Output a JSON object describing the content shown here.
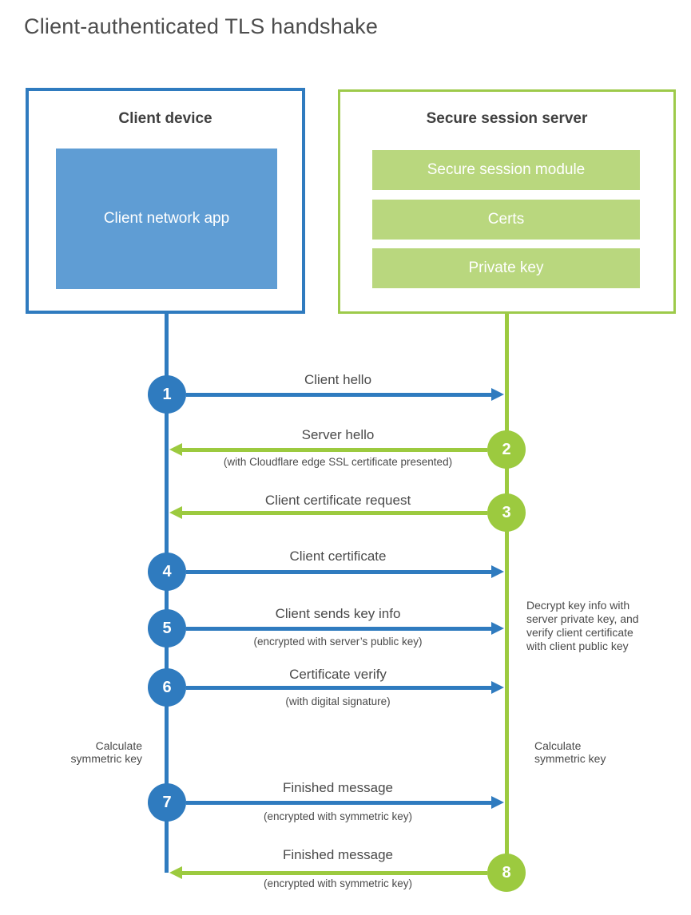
{
  "title": "Client-authenticated TLS handshake",
  "client": {
    "title": "Client device",
    "app_label": "Client network app"
  },
  "server": {
    "title": "Secure session server",
    "modules": [
      "Secure session module",
      "Certs",
      "Private key"
    ]
  },
  "steps": [
    {
      "number": "1",
      "label": "Client hello",
      "sublabel": "",
      "direction": "client-to-server"
    },
    {
      "number": "2",
      "label": "Server hello",
      "sublabel": "(with Cloudflare edge SSL certificate presented)",
      "direction": "server-to-client"
    },
    {
      "number": "3",
      "label": "Client certificate request",
      "sublabel": "",
      "direction": "server-to-client"
    },
    {
      "number": "4",
      "label": "Client certificate",
      "sublabel": "",
      "direction": "client-to-server"
    },
    {
      "number": "5",
      "label": "Client sends key info",
      "sublabel": "(encrypted with server’s public key)",
      "direction": "client-to-server"
    },
    {
      "number": "6",
      "label": "Certificate verify",
      "sublabel": "(with digital signature)",
      "direction": "client-to-server"
    },
    {
      "number": "7",
      "label": "Finished message",
      "sublabel": "(encrypted with symmetric key)",
      "direction": "client-to-server"
    },
    {
      "number": "8",
      "label": "Finished message",
      "sublabel": "(encrypted with symmetric key)",
      "direction": "server-to-client"
    }
  ],
  "notes": {
    "client_calculate": "Calculate symmetric key",
    "server_calculate": "Calculate symmetric key",
    "server_decrypt": "Decrypt key info with server private key, and verify client certificate with client public key"
  },
  "colors": {
    "client_accent": "#2f7bbf",
    "client_fill": "#5f9dd4",
    "server_accent": "#9cca3f",
    "server_fill": "#b9d77e",
    "text": "#4a4a4a",
    "heading": "#3f3f3f"
  }
}
